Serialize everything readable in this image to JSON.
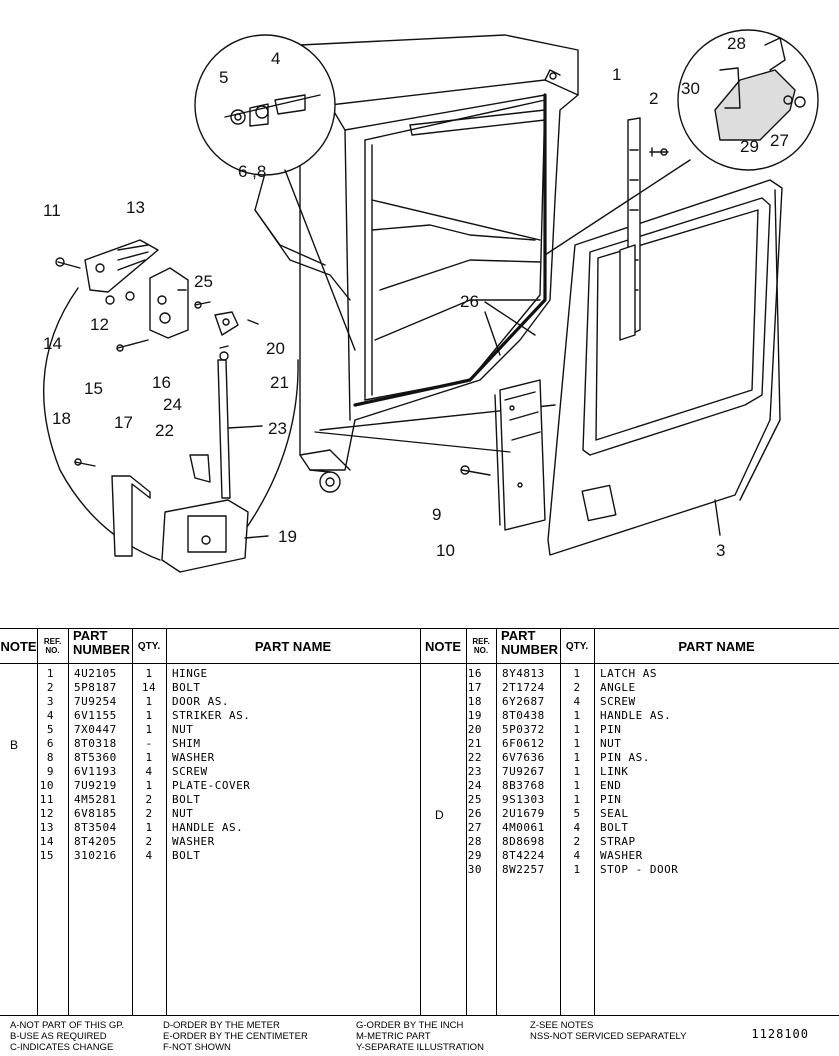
{
  "callouts": {
    "c1": "1",
    "c2": "2",
    "c3": "3",
    "c4": "4",
    "c5": "5",
    "c6_8": "6 ,8",
    "c9": "9",
    "c10": "10",
    "c11": "11",
    "c12": "12",
    "c13": "13",
    "c14": "14",
    "c15": "15",
    "c16": "16",
    "c17": "17",
    "c18": "18",
    "c19": "19",
    "c20": "20",
    "c21": "21",
    "c22": "22",
    "c23": "23",
    "c24": "24",
    "c25": "25",
    "c26": "26",
    "c27": "27",
    "c28": "28",
    "c29": "29",
    "c30": "30"
  },
  "table": {
    "headers": {
      "note": "NOTE",
      "ref_line1": "REF.",
      "ref_line2": "NO.",
      "pn_line1": "PART",
      "pn_line2": "NUMBER",
      "qty": "QTY.",
      "name": "PART NAME"
    },
    "left_rows": [
      {
        "ref": "1",
        "pn": "4U2105",
        "qty": "1",
        "name": "HINGE"
      },
      {
        "ref": "2",
        "pn": "5P8187",
        "qty": "14",
        "name": "BOLT"
      },
      {
        "ref": "3",
        "pn": "7U9254",
        "qty": "1",
        "name": "DOOR AS."
      },
      {
        "ref": "4",
        "pn": "6V1155",
        "qty": "1",
        "name": "STRIKER AS."
      },
      {
        "ref": "5",
        "pn": "7X0447",
        "qty": "1",
        "name": "NUT"
      },
      {
        "ref": "6",
        "pn": "8T0318",
        "qty": "-",
        "name": "SHIM"
      },
      {
        "ref": "8",
        "pn": "8T5360",
        "qty": "1",
        "name": "WASHER"
      },
      {
        "ref": "9",
        "pn": "6V1193",
        "qty": "4",
        "name": "SCREW"
      },
      {
        "ref": "10",
        "pn": "7U9219",
        "qty": "1",
        "name": "PLATE-COVER"
      },
      {
        "ref": "11",
        "pn": "4M5281",
        "qty": "2",
        "name": "BOLT"
      },
      {
        "ref": "12",
        "pn": "6V8185",
        "qty": "2",
        "name": "NUT"
      },
      {
        "ref": "13",
        "pn": "8T3504",
        "qty": "1",
        "name": "HANDLE AS."
      },
      {
        "ref": "14",
        "pn": "8T4205",
        "qty": "2",
        "name": "WASHER"
      },
      {
        "ref": "15",
        "pn": "310216",
        "qty": "4",
        "name": "BOLT"
      }
    ],
    "right_rows": [
      {
        "ref": "16",
        "pn": "8Y4813",
        "qty": "1",
        "name": "LATCH AS"
      },
      {
        "ref": "17",
        "pn": "2T1724",
        "qty": "2",
        "name": "ANGLE"
      },
      {
        "ref": "18",
        "pn": "6Y2687",
        "qty": "4",
        "name": "SCREW"
      },
      {
        "ref": "19",
        "pn": "8T0438",
        "qty": "1",
        "name": "HANDLE AS."
      },
      {
        "ref": "20",
        "pn": "5P0372",
        "qty": "1",
        "name": "PIN"
      },
      {
        "ref": "21",
        "pn": "6F0612",
        "qty": "1",
        "name": "NUT"
      },
      {
        "ref": "22",
        "pn": "6V7636",
        "qty": "1",
        "name": "PIN AS."
      },
      {
        "ref": "23",
        "pn": "7U9267",
        "qty": "1",
        "name": "LINK"
      },
      {
        "ref": "24",
        "pn": "8B3768",
        "qty": "1",
        "name": "END"
      },
      {
        "ref": "25",
        "pn": "9S1303",
        "qty": "1",
        "name": "PIN"
      },
      {
        "ref": "26",
        "pn": "2U1679",
        "qty": "5",
        "name": "SEAL"
      },
      {
        "ref": "27",
        "pn": "4M0061",
        "qty": "4",
        "name": "BOLT"
      },
      {
        "ref": "28",
        "pn": "8D8698",
        "qty": "2",
        "name": "STRAP"
      },
      {
        "ref": "29",
        "pn": "8T4224",
        "qty": "4",
        "name": "WASHER"
      },
      {
        "ref": "30",
        "pn": "8W2257",
        "qty": "1",
        "name": "STOP - DOOR"
      }
    ],
    "notes": {
      "left_b": "B",
      "right_d": "D"
    }
  },
  "footer": {
    "col1": [
      "A-NOT PART OF THIS GP.",
      "B-USE AS REQUIRED",
      "C-INDICATES CHANGE"
    ],
    "col2": [
      "D-ORDER BY THE METER",
      "E-ORDER BY THE CENTIMETER",
      "F-NOT SHOWN"
    ],
    "col3": [
      "G-ORDER BY THE INCH",
      "M-METRIC PART",
      "Y-SEPARATE ILLUSTRATION"
    ],
    "col4": [
      "Z-SEE NOTES",
      "NSS-NOT SERVICED SEPARATELY"
    ],
    "doc_number": "1128100"
  }
}
